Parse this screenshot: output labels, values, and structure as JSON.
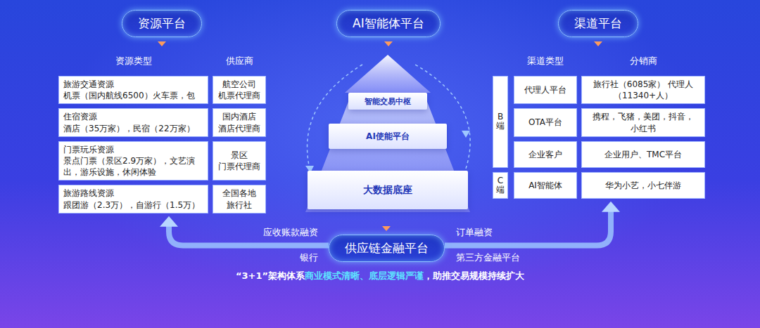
{
  "diagram": {
    "nodes": [
      {
        "text": [
          "资源平台"
        ]
      },
      {
        "text": [
          "AI智能体平台"
        ]
      },
      {
        "text": [
          "渠道平台"
        ]
      },
      {
        "text": [
          "旅游交通资源",
          "机票（国内航线6500）火车票，包"
        ]
      },
      {
        "text": [
          "航空公司 机票代理商"
        ]
      },
      {
        "text": [
          "住宿资源",
          "酒店（35万家），民宿（22万家）"
        ]
      },
      {
        "text": [
          "国内酒店 酒店代理商"
        ]
      },
      {
        "text": [
          "门票玩乐资源",
          "景点门票（景区2.9万家），文艺演出，游乐设施，休闲体验"
        ]
      },
      {
        "text": [
          "景区 门票代理商"
        ]
      },
      {
        "text": [
          "旅游路线资源",
          "跟团游（2.3万），自游行（1.5万）"
        ]
      },
      {
        "text": [
          "全国各地 旅行社"
        ]
      },
      {
        "text": [
          "智能交易中枢"
        ]
      },
      {
        "text": [
          "AI使能平台"
        ]
      },
      {
        "text": [
          "大数据底座"
        ]
      },
      {
        "text": [
          "B端"
        ]
      },
      {
        "text": [
          "C端"
        ]
      },
      {
        "text": [
          "代理人平台"
        ]
      },
      {
        "text": [
          "旅行社（6085家） 代理人（11340+人）"
        ]
      },
      {
        "text": [
          "OTA平台"
        ]
      },
      {
        "text": [
          "携程，飞猪，美团，抖音，小红书"
        ]
      },
      {
        "text": [
          "企业客户"
        ]
      },
      {
        "text": [
          "企业用户、TMC平台"
        ]
      },
      {
        "text": [
          "AI智能体"
        ]
      },
      {
        "text": [
          "华为小艺，小七伴游"
        ]
      },
      {
        "text": [
          "供应链金融平台"
        ]
      }
    ],
    "edges": [
      {
        "from": 24,
        "to": 9,
        "arrow": "to"
      },
      {
        "from": 24,
        "to": 23,
        "arrow": "to"
      }
    ],
    "labels": [
      "资源类型",
      "供应商",
      "渠道类型",
      "分销商",
      "应收账款融资",
      "银行",
      "订单融资",
      "第三方金融平台",
      "“3+1”架构体系",
      "商业模式清晰、底层逻辑严谨",
      "，助推交易规模持续扩大"
    ]
  }
}
